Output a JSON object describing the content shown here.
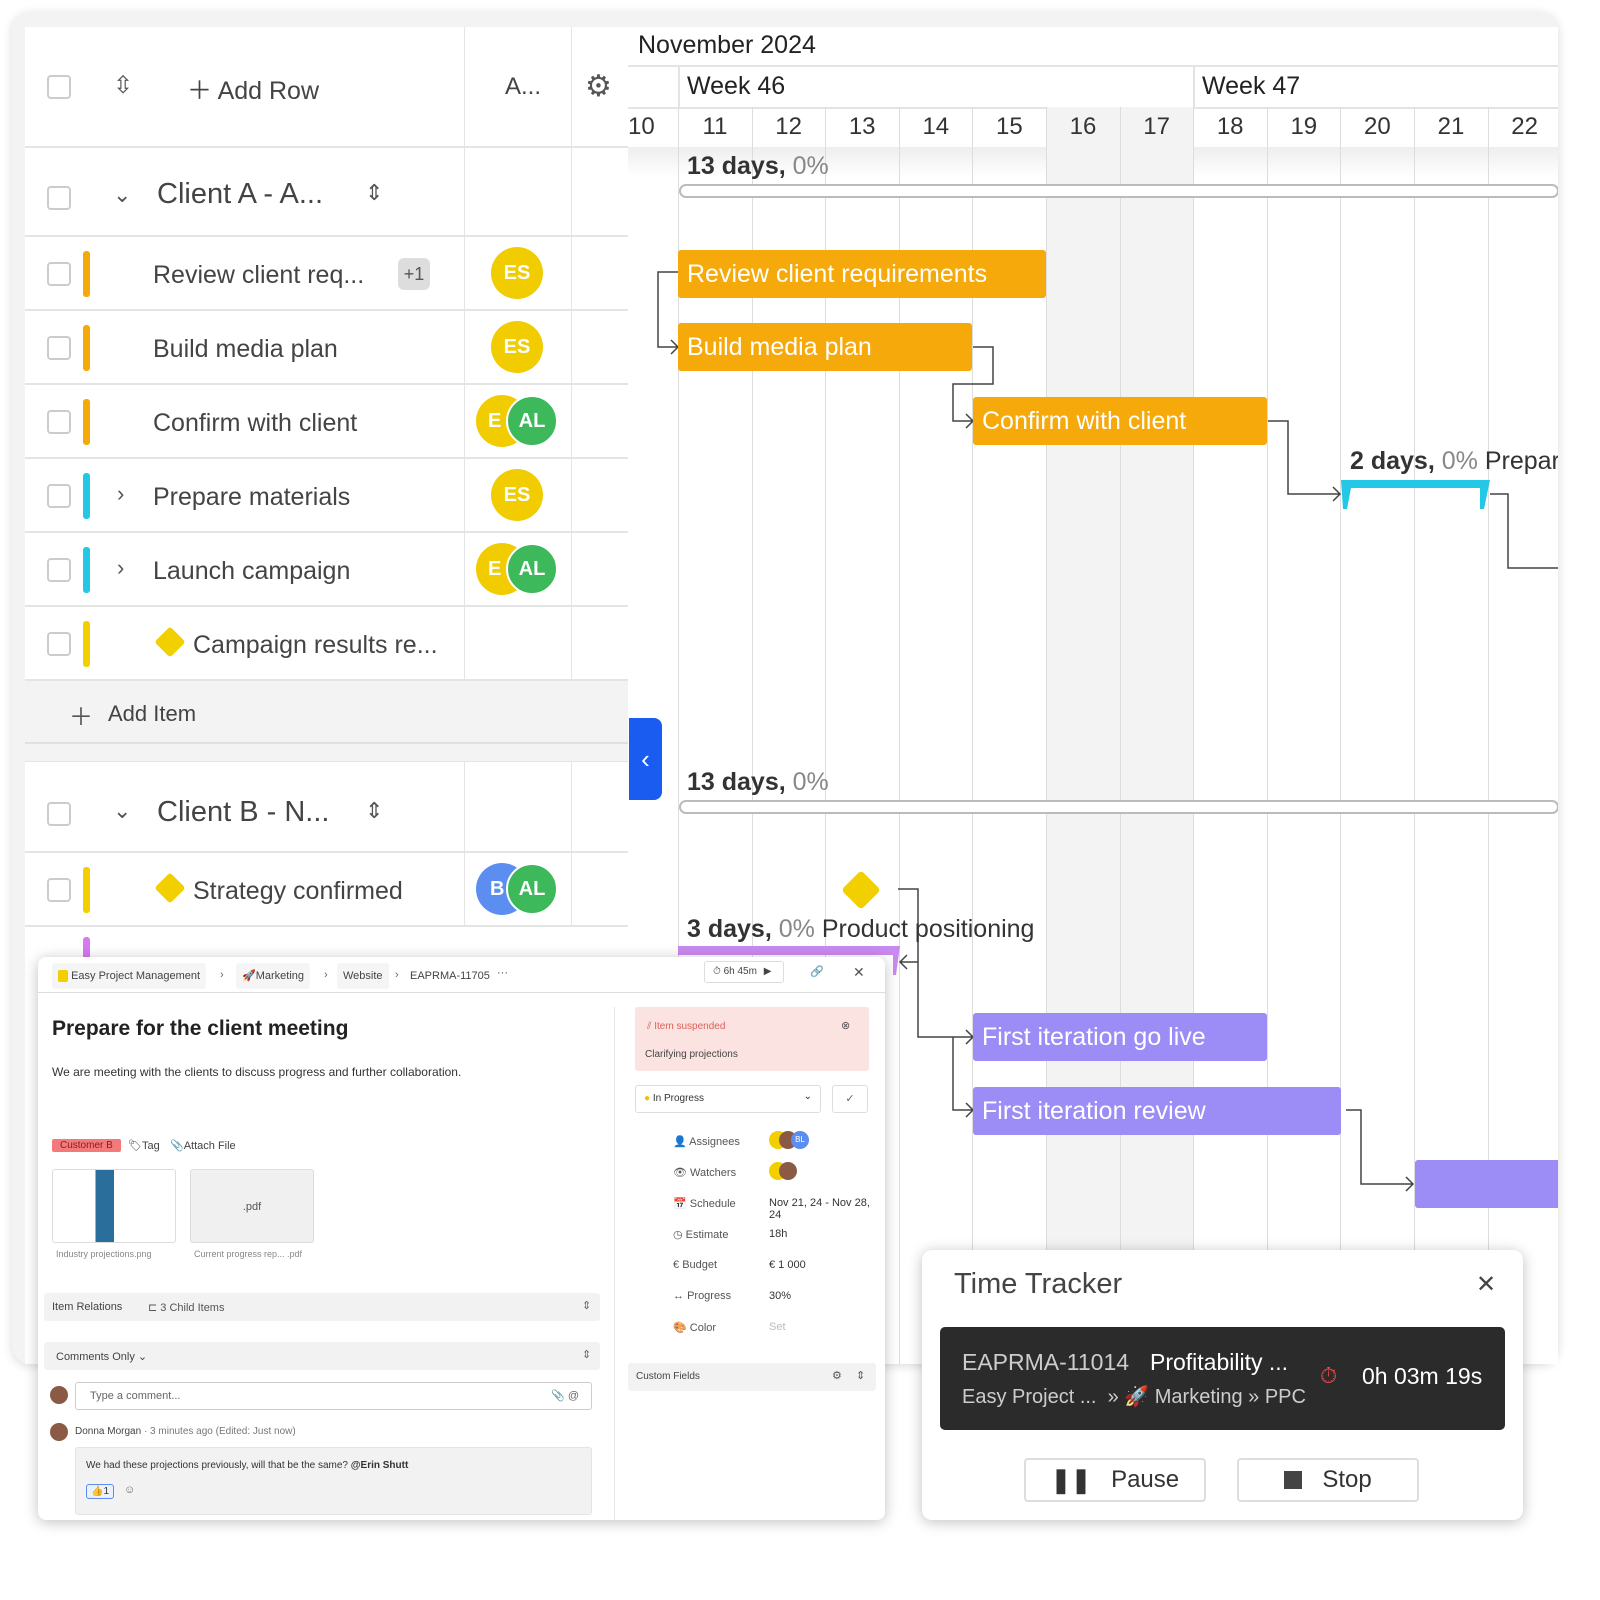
{
  "toolbar": {
    "add_row": "Add Row",
    "assignee_col": "A..."
  },
  "groups": [
    {
      "name": "Client A - A...",
      "summary_days": "13 days,",
      "summary_pct": "0%"
    },
    {
      "name": "Client B - N...",
      "summary_days": "13 days,",
      "summary_pct": "0%"
    }
  ],
  "tasks": [
    {
      "name": "Review client req...",
      "badge": "+1",
      "color": "#f5a90a",
      "assignees": [
        "ES"
      ],
      "bar": "Review client requirements"
    },
    {
      "name": "Build media plan",
      "color": "#f5a90a",
      "assignees": [
        "ES"
      ],
      "bar": "Build media plan"
    },
    {
      "name": "Confirm with client",
      "color": "#f5a90a",
      "assignees": [
        "E",
        "AL"
      ],
      "bar": "Confirm with client"
    },
    {
      "name": "Prepare materials",
      "color": "#25c7e6",
      "assignees": [
        "ES"
      ],
      "bar_days": "2 days,",
      "bar_pct": "0%",
      "bar_name": "Prepar"
    },
    {
      "name": "Launch campaign",
      "color": "#25c7e6",
      "assignees": [
        "E",
        "AL"
      ]
    },
    {
      "name": "Campaign results re...",
      "color": "#f2d000",
      "milestone": true
    },
    {
      "name": "Strategy confirmed",
      "color": "#f2d000",
      "milestone": true,
      "assignees": [
        "B",
        "AL"
      ]
    }
  ],
  "add_item": "Add Item",
  "gantt": {
    "month": "November 2024",
    "weeks": [
      "Week 46",
      "Week 47"
    ],
    "days": [
      "10",
      "11",
      "12",
      "13",
      "14",
      "15",
      "16",
      "17",
      "18",
      "19",
      "20",
      "21",
      "22"
    ],
    "product_pos": {
      "days": "3 days,",
      "pct": "0%",
      "name": "Product positioning"
    },
    "bars_b": [
      "First iteration go live",
      "First iteration review"
    ]
  },
  "modal": {
    "breadcrumbs": [
      "Easy Project Management",
      "Marketing",
      "Website",
      "EAPRMA-11705"
    ],
    "timer": "6h 45m",
    "title": "Prepare for the client meeting",
    "description": "We are meeting with the clients to discuss progress and further collaboration.",
    "tag_customer": "Customer B",
    "tag": "Tag",
    "attach": "Attach File",
    "files": [
      "Industry projections.png",
      "Current progress rep... .pdf"
    ],
    "pdf_label": ".pdf",
    "relations": "Item Relations",
    "child_items": "3 Child Items",
    "comments_filter": "Comments Only",
    "comment_placeholder": "Type a comment...",
    "comment_author": "Donna Morgan",
    "comment_meta": "· 3 minutes ago (Edited: Just now)",
    "comment_text": "We had these projections previously, will that be the same?",
    "comment_mention": "@Erin Shutt",
    "reaction_count": "1",
    "suspended": "Item suspended",
    "suspended_reason": "Clarifying projections",
    "status": "In Progress",
    "fields": {
      "assignees": "Assignees",
      "watchers": "Watchers",
      "schedule": "Schedule",
      "schedule_val": "Nov 21, 24 - Nov 28, 24",
      "estimate": "Estimate",
      "estimate_val": "18h",
      "budget": "Budget",
      "budget_val": "€  1 000",
      "progress": "Progress",
      "progress_val": "30%",
      "color": "Color",
      "color_val": "Set"
    },
    "assignee_initials": "BL",
    "custom_fields": "Custom Fields"
  },
  "time_tracker": {
    "title": "Time Tracker",
    "id": "EAPRMA-11014",
    "task": "Profitability ...",
    "project": "Easy Project ...",
    "path1": "Marketing",
    "path2": "PPC",
    "time": "0h 03m 19s",
    "pause": "Pause",
    "stop": "Stop"
  }
}
